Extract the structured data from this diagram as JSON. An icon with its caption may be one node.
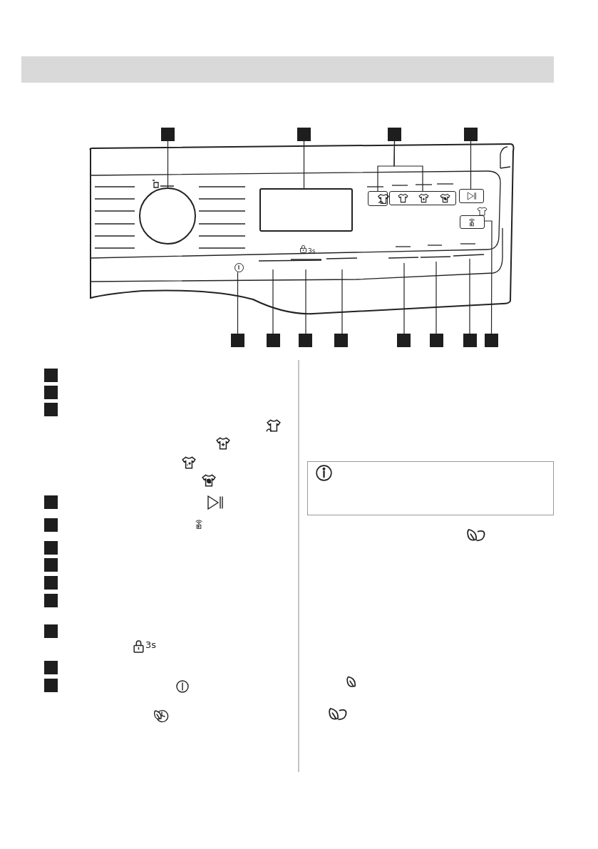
{
  "diagram": {
    "nodes": [
      {
        "text": [],
        "shape": "box"
      },
      {
        "text": [],
        "shape": "box"
      },
      {
        "text": [],
        "shape": "box"
      },
      {
        "text": [],
        "shape": "box"
      },
      {
        "text": [],
        "shape": "circle"
      },
      {
        "text": [],
        "shape": "box"
      },
      {
        "text": [],
        "shape": "box"
      },
      {
        "text": [],
        "shape": "box"
      },
      {
        "text": [],
        "shape": "box"
      },
      {
        "text": [],
        "shape": "box"
      },
      {
        "text": [],
        "shape": "box"
      },
      {
        "text": [],
        "shape": "box"
      },
      {
        "text": [],
        "shape": "box"
      },
      {
        "text": [],
        "shape": "box"
      },
      {
        "text": [],
        "shape": "box"
      },
      {
        "text": [],
        "shape": "box"
      },
      {
        "text": [],
        "shape": "box"
      },
      {
        "text": [],
        "shape": "box"
      },
      {
        "text": [],
        "shape": "box"
      },
      {
        "text": [],
        "shape": "box"
      },
      {
        "text": [],
        "shape": "box"
      },
      {
        "text": [],
        "shape": "box"
      },
      {
        "text": [],
        "shape": "box"
      },
      {
        "text": [],
        "shape": "box"
      },
      {
        "text": [],
        "shape": "box"
      },
      {
        "text": [],
        "shape": "box"
      },
      {
        "text": [],
        "shape": "box"
      },
      {
        "text": [],
        "shape": "box"
      },
      {
        "text": [],
        "shape": "box"
      },
      {
        "text": [],
        "shape": "box"
      },
      {
        "text": [],
        "shape": "circle"
      }
    ],
    "edges": [
      {
        "from": 0,
        "to": 4,
        "arrow": "none"
      },
      {
        "from": 1,
        "to": 5,
        "arrow": "none"
      },
      {
        "from": 2,
        "to": 6,
        "arrow": "none"
      },
      {
        "from": 2,
        "to": 7,
        "arrow": "none"
      },
      {
        "from": 3,
        "to": 8,
        "arrow": "none"
      },
      {
        "from": 10,
        "to": 30,
        "arrow": "none"
      },
      {
        "from": 11,
        "to": null,
        "arrow": "none"
      },
      {
        "from": 12,
        "to": null,
        "arrow": "none"
      },
      {
        "from": 13,
        "to": null,
        "arrow": "none"
      },
      {
        "from": 14,
        "to": null,
        "arrow": "none"
      },
      {
        "from": 15,
        "to": null,
        "arrow": "none"
      },
      {
        "from": 16,
        "to": null,
        "arrow": "none"
      },
      {
        "from": 17,
        "to": 9,
        "arrow": "none"
      }
    ],
    "labels": [
      "3s",
      "3s"
    ]
  }
}
